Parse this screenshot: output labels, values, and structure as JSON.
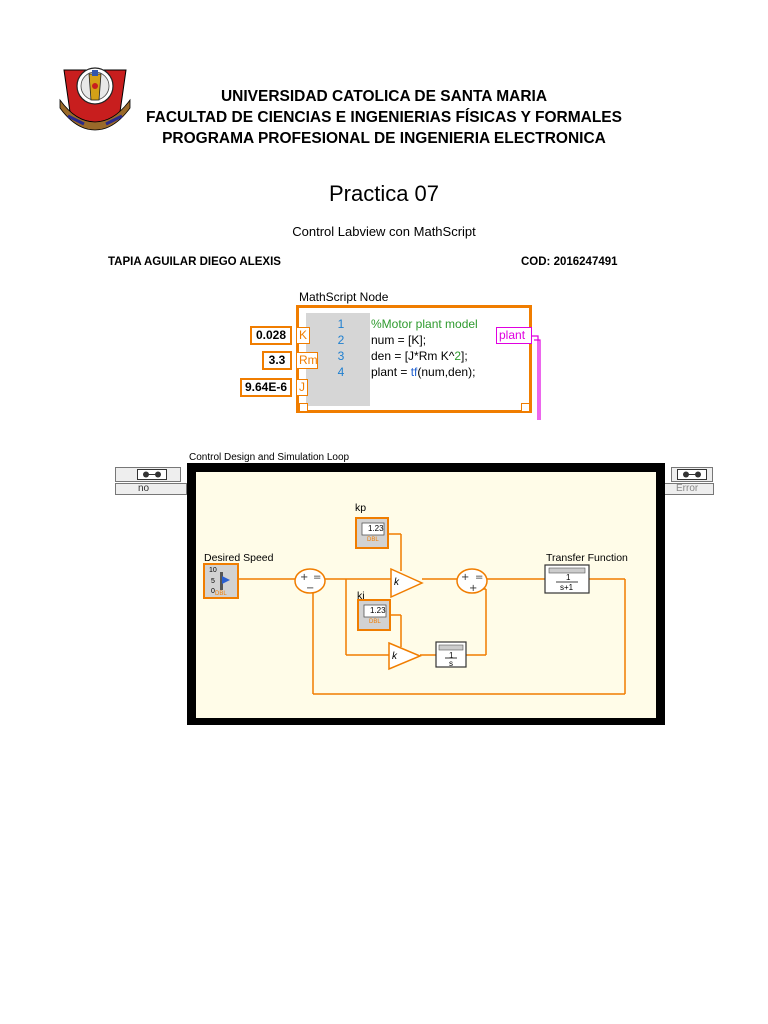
{
  "header": {
    "line1": "UNIVERSIDAD CATOLICA DE SANTA MARIA",
    "line2": "FACULTAD DE CIENCIAS E INGENIERIAS FÍSICAS Y FORMALES",
    "line3": "PROGRAMA PROFESIONAL DE INGENIERIA ELECTRONICA"
  },
  "document": {
    "title": "Practica 07",
    "subtitle": "Control Labview con MathScript",
    "student_name": "TAPIA AGUILAR DIEGO ALEXIS",
    "student_code": "COD: 2016247491"
  },
  "mathscript": {
    "label": "MathScript Node",
    "line_numbers": [
      "1",
      "2",
      "3",
      "4"
    ],
    "code": {
      "comment": "%Motor plant model",
      "line2": "num = [K];",
      "line3_a": "den = [J*Rm K^",
      "line3_b": "2",
      "line3_c": "];",
      "line4_a": "plant = ",
      "line4_b": "tf",
      "line4_c": "(num,den);"
    },
    "inputs": [
      {
        "value": "0.028",
        "var": "K"
      },
      {
        "value": "3.3",
        "var": "Rm"
      },
      {
        "value": "9.64E-6",
        "var": "J"
      }
    ],
    "output": "plant"
  },
  "loop": {
    "label": "Control Design and Simulation Loop",
    "left_status": "no",
    "right_status": "Error",
    "desired_speed_label": "Desired Speed",
    "kp_label": "kp",
    "ki_label": "ki",
    "tf_label": "Transfer Function",
    "gain_symbol": "k",
    "numeric_icon": "1.23",
    "dbl_tag": "DBL",
    "integrator_num": "1",
    "integrator_den": "s",
    "tf_num": "1",
    "tf_den": "s+1",
    "slider_top": "10",
    "slider_mid": "5",
    "slider_bot": "0"
  },
  "colors": {
    "labview_orange": "#f07d00",
    "labview_magenta": "#e000e0",
    "line_number_blue": "#1e7fd0",
    "comment_green": "#2e9a2e",
    "loop_frame": "#000000",
    "loop_background": "#fffce8"
  }
}
